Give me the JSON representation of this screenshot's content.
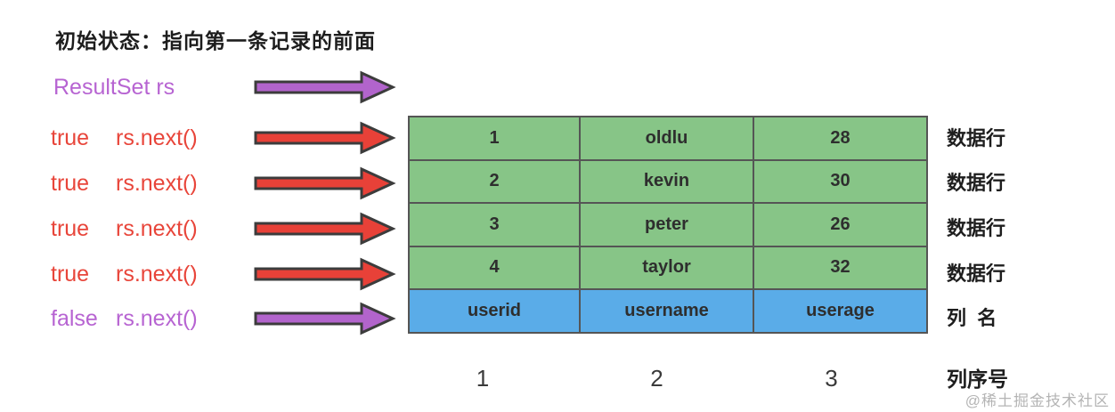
{
  "title": "初始状态：指向第一条记录的前面",
  "left_panel": {
    "resultset_label": "ResultSet rs",
    "calls": [
      {
        "result": "true",
        "method": "rs.next()"
      },
      {
        "result": "true",
        "method": "rs.next()"
      },
      {
        "result": "true",
        "method": "rs.next()"
      },
      {
        "result": "true",
        "method": "rs.next()"
      },
      {
        "result": "false",
        "method": "rs.next()"
      }
    ]
  },
  "table": {
    "header_row": [
      "userid",
      "username",
      "userage"
    ],
    "data_rows": [
      [
        "1",
        "oldlu",
        "28"
      ],
      [
        "2",
        "kevin",
        "30"
      ],
      [
        "3",
        "peter",
        "26"
      ],
      [
        "4",
        "taylor",
        "32"
      ]
    ]
  },
  "right_labels": {
    "data_row_label": "数据行",
    "column_name_label": "列  名",
    "column_index_label": "列序号"
  },
  "column_numbers": [
    "1",
    "2",
    "3"
  ],
  "watermark": "@稀土掘金技术社区",
  "colors": {
    "green_cell": "#87C587",
    "blue_cell": "#5AACE8",
    "text_red": "#E8453A",
    "text_purple": "#B764D2",
    "arrow_red": "#E84138",
    "arrow_purple": "#B264CC",
    "table_border": "#555555"
  }
}
